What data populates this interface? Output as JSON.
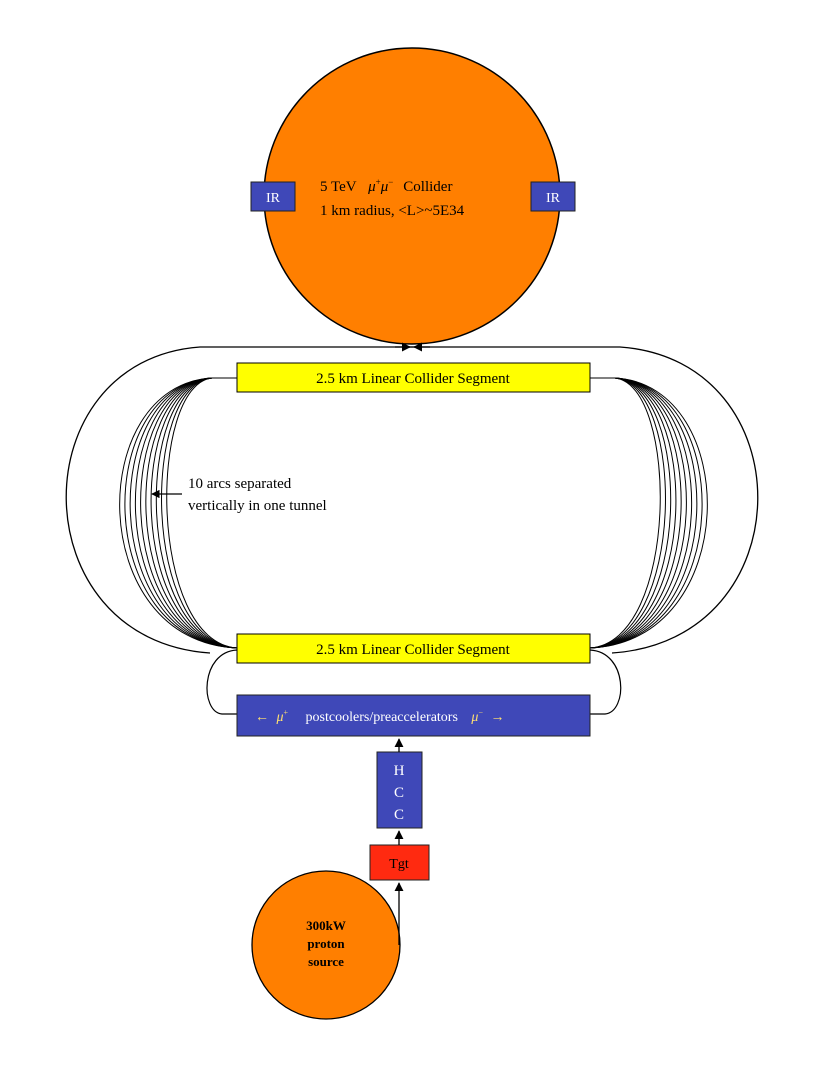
{
  "collider": {
    "line1_prefix": "5 TeV",
    "mu_plus": "μ",
    "mu_plus_sup": "+",
    "mu_minus": "μ",
    "mu_minus_sup": "−",
    "line1_suffix": "Collider",
    "line2": "1 km radius, <L>~5E34",
    "ir_left": "IR",
    "ir_right": "IR"
  },
  "linac_top": "2.5 km Linear Collider Segment",
  "linac_bottom": "2.5 km Linear Collider Segment",
  "arcs_note": {
    "line1": "10 arcs separated",
    "line2": "vertically in one tunnel"
  },
  "postcoolers": {
    "left_arrow": "←",
    "mu_plus": "μ",
    "mu_plus_sup": "+",
    "label": "postcoolers/preaccelerators",
    "mu_minus": "μ",
    "mu_minus_sup": "−",
    "right_arrow": "→"
  },
  "hcc": {
    "letters": [
      "H",
      "C",
      "C"
    ]
  },
  "target": "Tgt",
  "proton_source": {
    "line1": "300kW",
    "line2": "proton",
    "line3": "source"
  },
  "colors": {
    "orange": "#ff7f00",
    "blue": "#3f48b8",
    "yellow": "#ffff00",
    "red": "#ff2a10",
    "gold_text": "#ffe070"
  }
}
